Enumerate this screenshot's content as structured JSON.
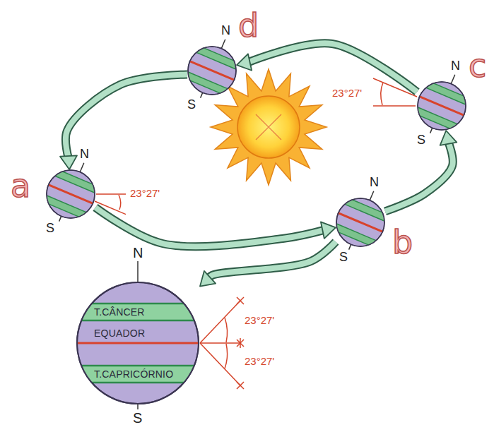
{
  "diagram": {
    "nodes": [
      {
        "text": [
          "N",
          "d",
          "S"
        ]
      },
      {
        "text": [
          "N",
          "c",
          "S"
        ]
      },
      {
        "text": [
          "a",
          "N",
          "S"
        ]
      },
      {
        "text": [
          "N",
          "b",
          "S"
        ]
      },
      {
        "text": [
          "N",
          "T.CÂNCER",
          "EQUADOR",
          "T.CAPRICÓRNIO",
          "S"
        ]
      }
    ],
    "edges": [
      {
        "from": 0,
        "to": 2,
        "arrow": "to"
      },
      {
        "from": 2,
        "to": 3,
        "arrow": "to"
      },
      {
        "from": 3,
        "to": 1,
        "arrow": "to"
      },
      {
        "from": 1,
        "to": 0,
        "arrow": "to"
      },
      {
        "from": 3,
        "to": 4,
        "arrow": "to"
      }
    ],
    "labels": [
      "23°27'",
      "23°27'",
      "23°27'",
      "23°27'"
    ]
  }
}
